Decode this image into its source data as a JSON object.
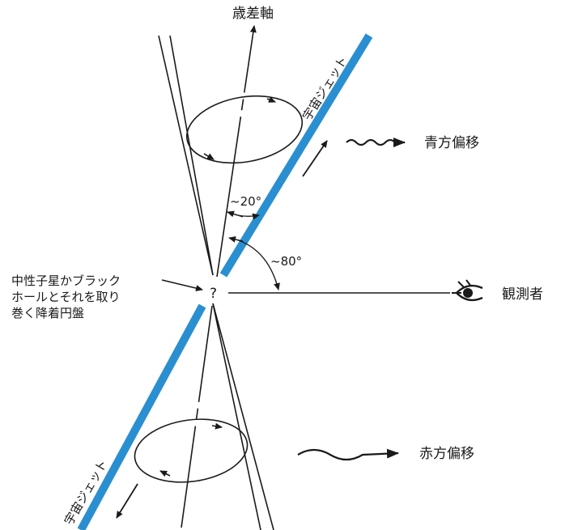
{
  "labels": {
    "precession_axis": "歳差軸",
    "jet_upper": "宇宙ジェット",
    "jet_lower": "宇宙ジェット",
    "blueshift": "青方偏移",
    "redshift": "赤方偏移",
    "observer": "観測者",
    "central_object": [
      "中性子星かブラック",
      "ホールとそれを取り",
      "巻く降着円盤"
    ],
    "question_mark": "?",
    "angle_cone": "~20°",
    "angle_sightline": "~80°"
  },
  "colors": {
    "jet": "#2a8fd0",
    "ink": "#1a1a1a",
    "background": "#ffffff"
  },
  "icons": {
    "observer": "eye-icon"
  }
}
